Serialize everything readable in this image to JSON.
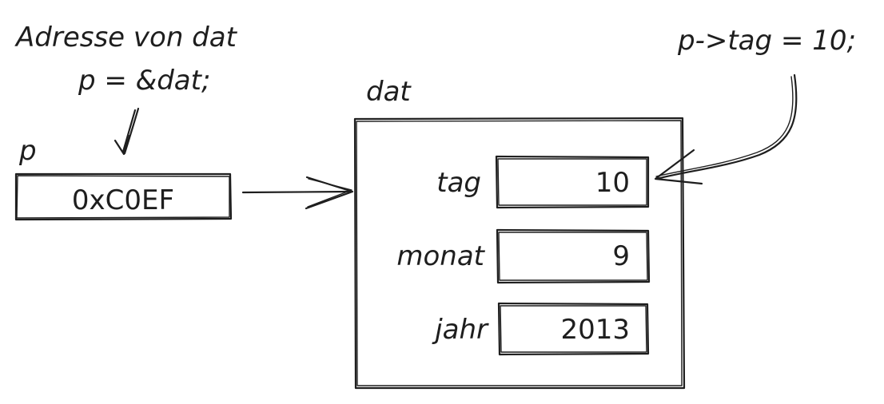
{
  "annotations": {
    "address_line1": "Adresse von dat",
    "address_line2": "p = &dat;",
    "assign": "p->tag = 10;"
  },
  "pointer": {
    "name": "p",
    "value": "0xC0EF"
  },
  "struct": {
    "name": "dat",
    "fields": [
      {
        "label": "tag",
        "value": "10"
      },
      {
        "label": "monat",
        "value": "9"
      },
      {
        "label": "jahr",
        "value": "2013"
      }
    ]
  },
  "colors": {
    "ink": "#1e1e1e",
    "background": "#ffffff"
  }
}
